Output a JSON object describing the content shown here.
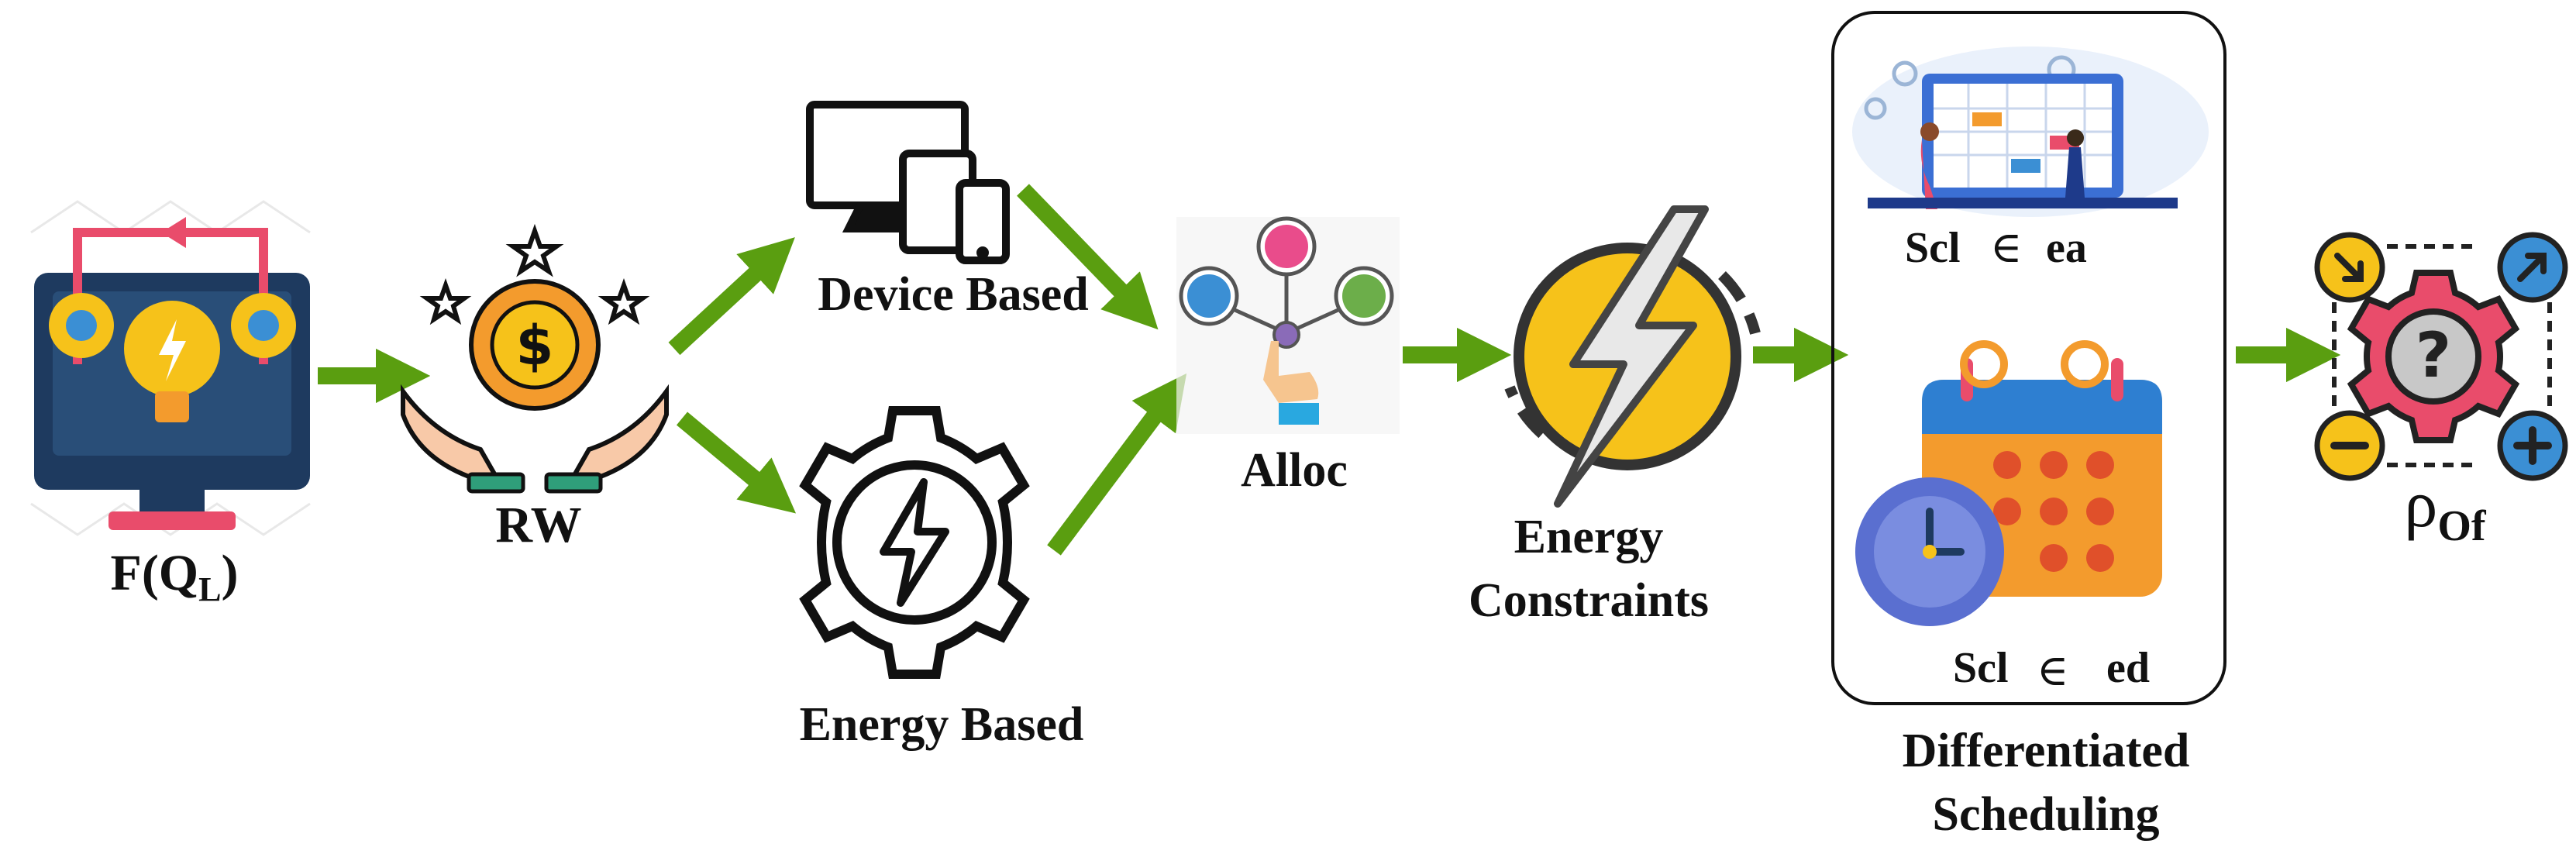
{
  "colors": {
    "arrow": "#5a9e10",
    "navy": "#1e3a5f",
    "orange": "#f39b2d",
    "yellow": "#f6c21a",
    "blue": "#3b8fd4",
    "red": "#e94c6b",
    "dark": "#222222"
  },
  "nodes": {
    "fql": {
      "label_main": "F(Q",
      "label_sub": "L",
      "label_close": ")",
      "icon": "monitor-bulb-gears-icon"
    },
    "rw": {
      "label": "RW",
      "icon": "hands-coin-stars-icon"
    },
    "device": {
      "label": "Device Based",
      "icon": "devices-icon"
    },
    "energy_based": {
      "label": "Energy Based",
      "icon": "gear-bolt-icon"
    },
    "alloc": {
      "label": "Alloc",
      "icon": "network-users-icon"
    },
    "energy_constraints": {
      "label_line1": "Energy",
      "label_line2": "Constraints",
      "icon": "lightning-circle-icon"
    },
    "scheduling": {
      "top_label_pre": "Scl",
      "top_label_symbol": "∈",
      "top_label_post": "ea",
      "bottom_label_pre": "Scl",
      "bottom_label_symbol": "∈",
      "bottom_label_post": "ed",
      "caption_line1": "Differentiated",
      "caption_line2": "Scheduling",
      "top_icon": "people-schedule-board-icon",
      "bottom_icon": "calendar-clock-icon"
    },
    "output": {
      "label_main": "ρ",
      "label_sub": "Of",
      "icon": "gear-question-icon"
    }
  }
}
